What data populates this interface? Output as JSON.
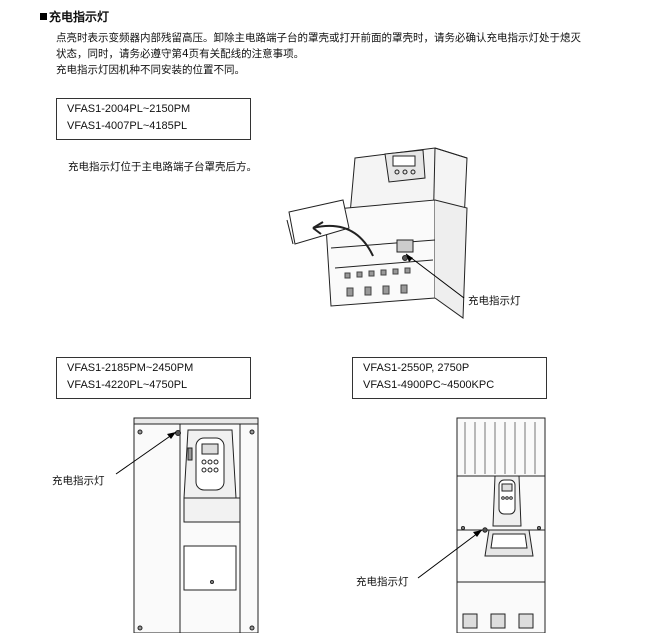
{
  "section": {
    "title": "充电指示灯",
    "paragraphs": [
      "点亮时表示变频器内部残留高压。卸除主电路端子台的罩壳或打开前面的罩壳时，请务必确认充电指示灯处于熄灭",
      "状态，同时，请务必遵守第4页有关配线的注意事项。",
      "充电指示灯因机种不同安装的位置不同。"
    ]
  },
  "model_group_1": {
    "models": [
      "VFAS1-2004PL~2150PM",
      "VFAS1-4007PL~4185PL"
    ],
    "note": "充电指示灯位于主电路端子台罩壳后方。",
    "callout": "充电指示灯"
  },
  "model_group_2": {
    "models": [
      "VFAS1-2185PM~2450PM",
      "VFAS1-4220PL~4750PL"
    ],
    "callout": "充电指示灯"
  },
  "model_group_3": {
    "models": [
      "VFAS1-2550P, 2750P",
      "VFAS1-4900PC~4500KPC"
    ],
    "callout": "充电指示灯"
  }
}
